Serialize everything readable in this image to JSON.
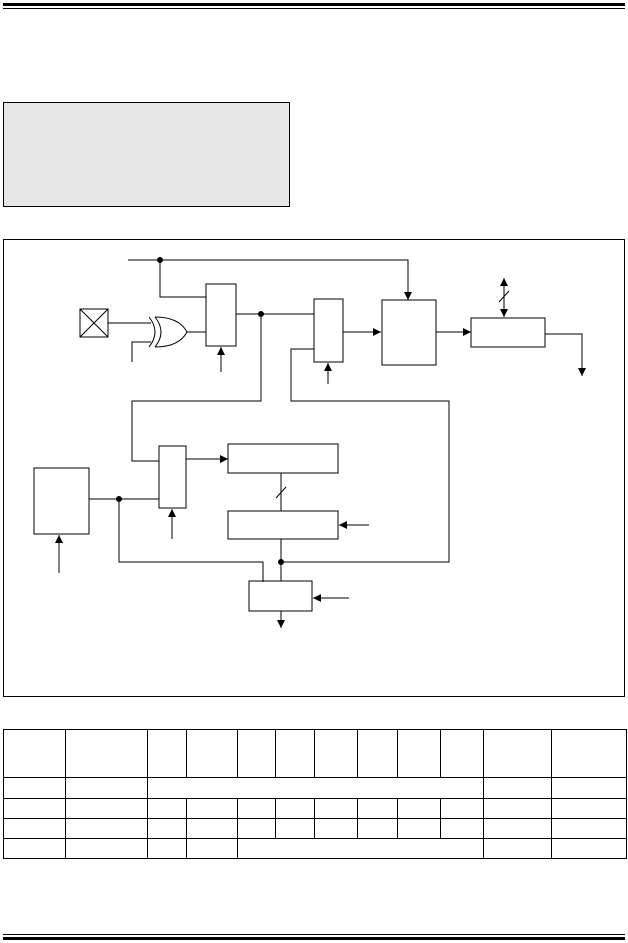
{
  "page": {
    "header_rule": "double",
    "footer_rule": "double"
  },
  "note_box": {
    "text": ""
  },
  "diagram": {
    "elements": [
      "pin-pad",
      "xor-gate",
      "input-latch",
      "mux-upper",
      "output-block-center",
      "output-block-right",
      "buffer-left",
      "mux-lower",
      "register-upper",
      "register-lower",
      "output-driver"
    ]
  },
  "register_table": {
    "columns": 12,
    "rows": [
      {
        "kind": "header",
        "cells": [
          "",
          "",
          "",
          "",
          "",
          "",
          "",
          "",
          "",
          "",
          "",
          ""
        ]
      },
      {
        "kind": "spanned",
        "cells": [
          "",
          "",
          "",
          "",
          ""
        ]
      },
      {
        "kind": "full",
        "cells": [
          "",
          "",
          "",
          "",
          "",
          "",
          "",
          "",
          "",
          "",
          "",
          ""
        ]
      },
      {
        "kind": "full",
        "cells": [
          "",
          "",
          "",
          "",
          "",
          "",
          "",
          "",
          "",
          "",
          "",
          ""
        ]
      },
      {
        "kind": "partial",
        "cells": [
          "",
          "",
          "",
          "",
          "",
          "",
          ""
        ]
      }
    ]
  }
}
